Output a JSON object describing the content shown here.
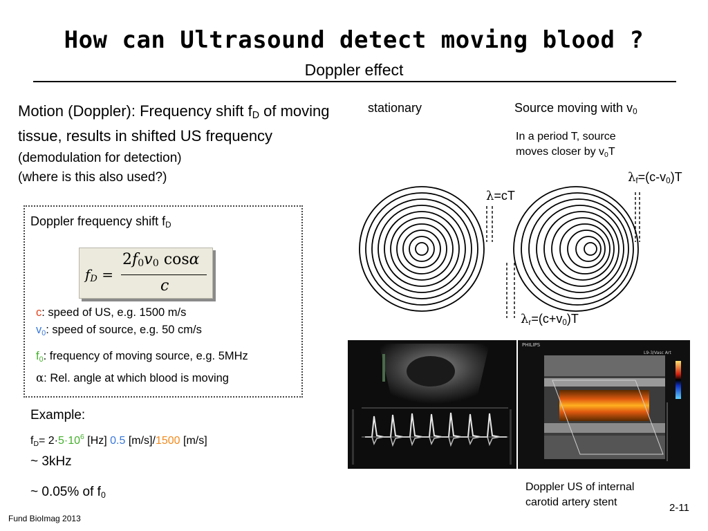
{
  "title": "How can Ultrasound detect moving blood ?",
  "subtitle": "Doppler effect",
  "motion": {
    "lead": "Motion (Doppler):",
    "text1": " Frequency shift f",
    "sub_d": "D",
    "text2": " of moving tissue, results in shifted US frequency ",
    "paren": "(demodulation for detection)",
    "where": "(where is this also used?)"
  },
  "box": {
    "title": "Doppler frequency shift f",
    "title_sub": "D",
    "formula": {
      "lhs": "f",
      "lhs_sub": "D",
      "eq": "=",
      "num_a": "2",
      "num_f": "f",
      "num_f_sub": "0",
      "num_v": "v",
      "num_v_sub": "0",
      "num_cos": "cos",
      "num_alpha": "α",
      "den": "c"
    },
    "params": [
      {
        "sym": "c",
        "sub": "",
        "text": ": speed of US, e.g. 1500 m/s"
      },
      {
        "sym": "v",
        "sub": "0",
        "text": ": speed of source, e.g. 50 cm/s"
      },
      {
        "sym": "f",
        "sub": "0",
        "text": ": frequency of moving source, e.g. 5MHz"
      },
      {
        "sym": "α",
        "sub": "",
        "text": ": Rel. angle at which blood is moving"
      }
    ]
  },
  "example": {
    "label": "Example:",
    "calc_f": "f",
    "calc_f_sub": "D",
    "calc_eq": "= 2·",
    "calc_5": "5",
    "calc_dot": "·",
    "calc_10": "10",
    "calc_exp": "6",
    "calc_hz": " [Hz] ",
    "calc_05": "0.5",
    "calc_ms": " [m/s]/",
    "calc_1500": "1500",
    "calc_ms2": " [m/s]",
    "result1": "~ 3kHz",
    "result2": "~ 0.05% of f",
    "result2_sub": "0"
  },
  "diagram": {
    "stationary": "stationary",
    "moving": "Source moving with v",
    "moving_sub": "0",
    "period_1": "In a period T, source",
    "period_2": "moves closer by v",
    "period_sub": "0",
    "period_3": "T",
    "lambda_f_sym": "λ",
    "lambda_f_sub": "f",
    "lambda_f_text": "=(c-v",
    "lambda_f_sub2": "0",
    "lambda_f_end": ")T",
    "lambda_c_sym": "λ",
    "lambda_c_text": "=cT",
    "lambda_r_sym": "λ",
    "lambda_r_sub": "r",
    "lambda_r_text": "=(c+v",
    "lambda_r_sub2": "0",
    "lambda_r_end": ")T"
  },
  "images": {
    "us2_header": "PHILIPS",
    "us2_tag": "L9-3/Vasc Art",
    "caption_1": "Doppler US of internal",
    "caption_2": "carotid artery stent"
  },
  "footer": "Fund BioImag 2013",
  "page_number": "2-11",
  "colors": {
    "c": "#e2441f",
    "v0": "#3a78d8",
    "f0": "#44b02c",
    "alpha": "#000000",
    "formula_bg": "#eceadc"
  }
}
